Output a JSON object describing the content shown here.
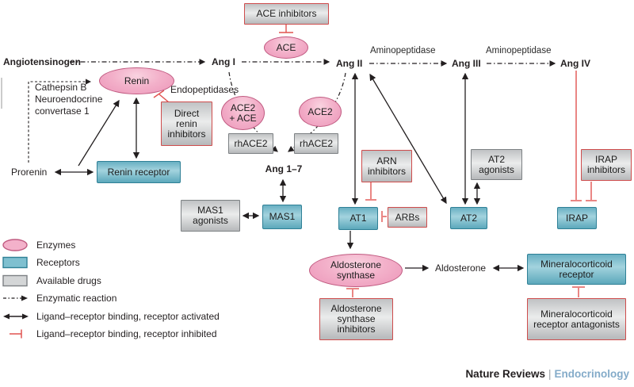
{
  "title": "Renin–angiotensin system pathway diagram",
  "labels": {
    "angiotensinogen": "Angiotensinogen",
    "ang_i": "Ang I",
    "ang_ii": "Ang II",
    "ang_iii": "Ang III",
    "ang_iv": "Ang IV",
    "ang_1_7": "Ang 1–7",
    "aminopeptidase_1": "Aminopeptidase",
    "aminopeptidase_2": "Aminopeptidase",
    "endopeptidases": "Endopeptidases",
    "cathepsin_lines": [
      "Cathepsin B",
      "Neuroendocrine",
      "convertase 1"
    ],
    "prorenin": "Prorenin",
    "aldosterone": "Aldosterone"
  },
  "enzymes": {
    "renin": "Renin",
    "ace": "ACE",
    "ace2_ace_lines": [
      "ACE2",
      "+ ACE"
    ],
    "ace2": "ACE2",
    "aldosterone_synthase": "Aldosterone synthase"
  },
  "receptors": {
    "renin_receptor": "Renin receptor",
    "mas1": "MAS1",
    "at1": "AT1",
    "at2": "AT2",
    "irap": "IRAP",
    "mineralocorticoid_receptor": "Mineralocorticoid receptor"
  },
  "drugs": {
    "ace_inhibitors": "ACE inhibitors",
    "direct_renin_inhibitors": "Direct renin inhibitors",
    "rhace2_left": "rhACE2",
    "rhace2_right": "rhACE2",
    "mas1_agonists": "MAS1 agonists",
    "arn_inhibitors": "ARN inhibitors",
    "arbs": "ARBs",
    "at2_agonists": "AT2 agonists",
    "irap_inhibitors": "IRAP inhibitors",
    "aldosterone_synthase_inhibitors": "Aldosterone synthase inhibitors",
    "mineralocorticoid_receptor_antagonists": "Mineralocorticoid receptor antagonists"
  },
  "legend": {
    "items": [
      {
        "icon": "enzyme-ellipse-icon",
        "label": "Enzymes"
      },
      {
        "icon": "receptor-rect-icon",
        "label": "Receptors"
      },
      {
        "icon": "drug-rect-icon",
        "label": "Available drugs"
      },
      {
        "icon": "dashed-arrow-icon",
        "label": "Enzymatic reaction"
      },
      {
        "icon": "double-arrow-icon",
        "label": "Ligand–receptor binding, receptor activated"
      },
      {
        "icon": "inhibit-tee-icon",
        "label": "Ligand–receptor binding, receptor inhibited"
      }
    ]
  },
  "footer": {
    "brand": "Nature Reviews",
    "separator": "|",
    "journal": "Endocrinology"
  },
  "colors": {
    "enzyme_fill": "#f3b1ca",
    "enzyme_border": "#c05a80",
    "receptor_fill": "#7fc0d0",
    "receptor_border": "#2f8096",
    "drug_fill": "#c9cbcd",
    "drug_border": "#7d8184",
    "inhibitor_border": "#cf4c4c",
    "inhibition_line": "#e0524f",
    "line_black": "#231f20",
    "journal_blue": "#84abc9"
  }
}
